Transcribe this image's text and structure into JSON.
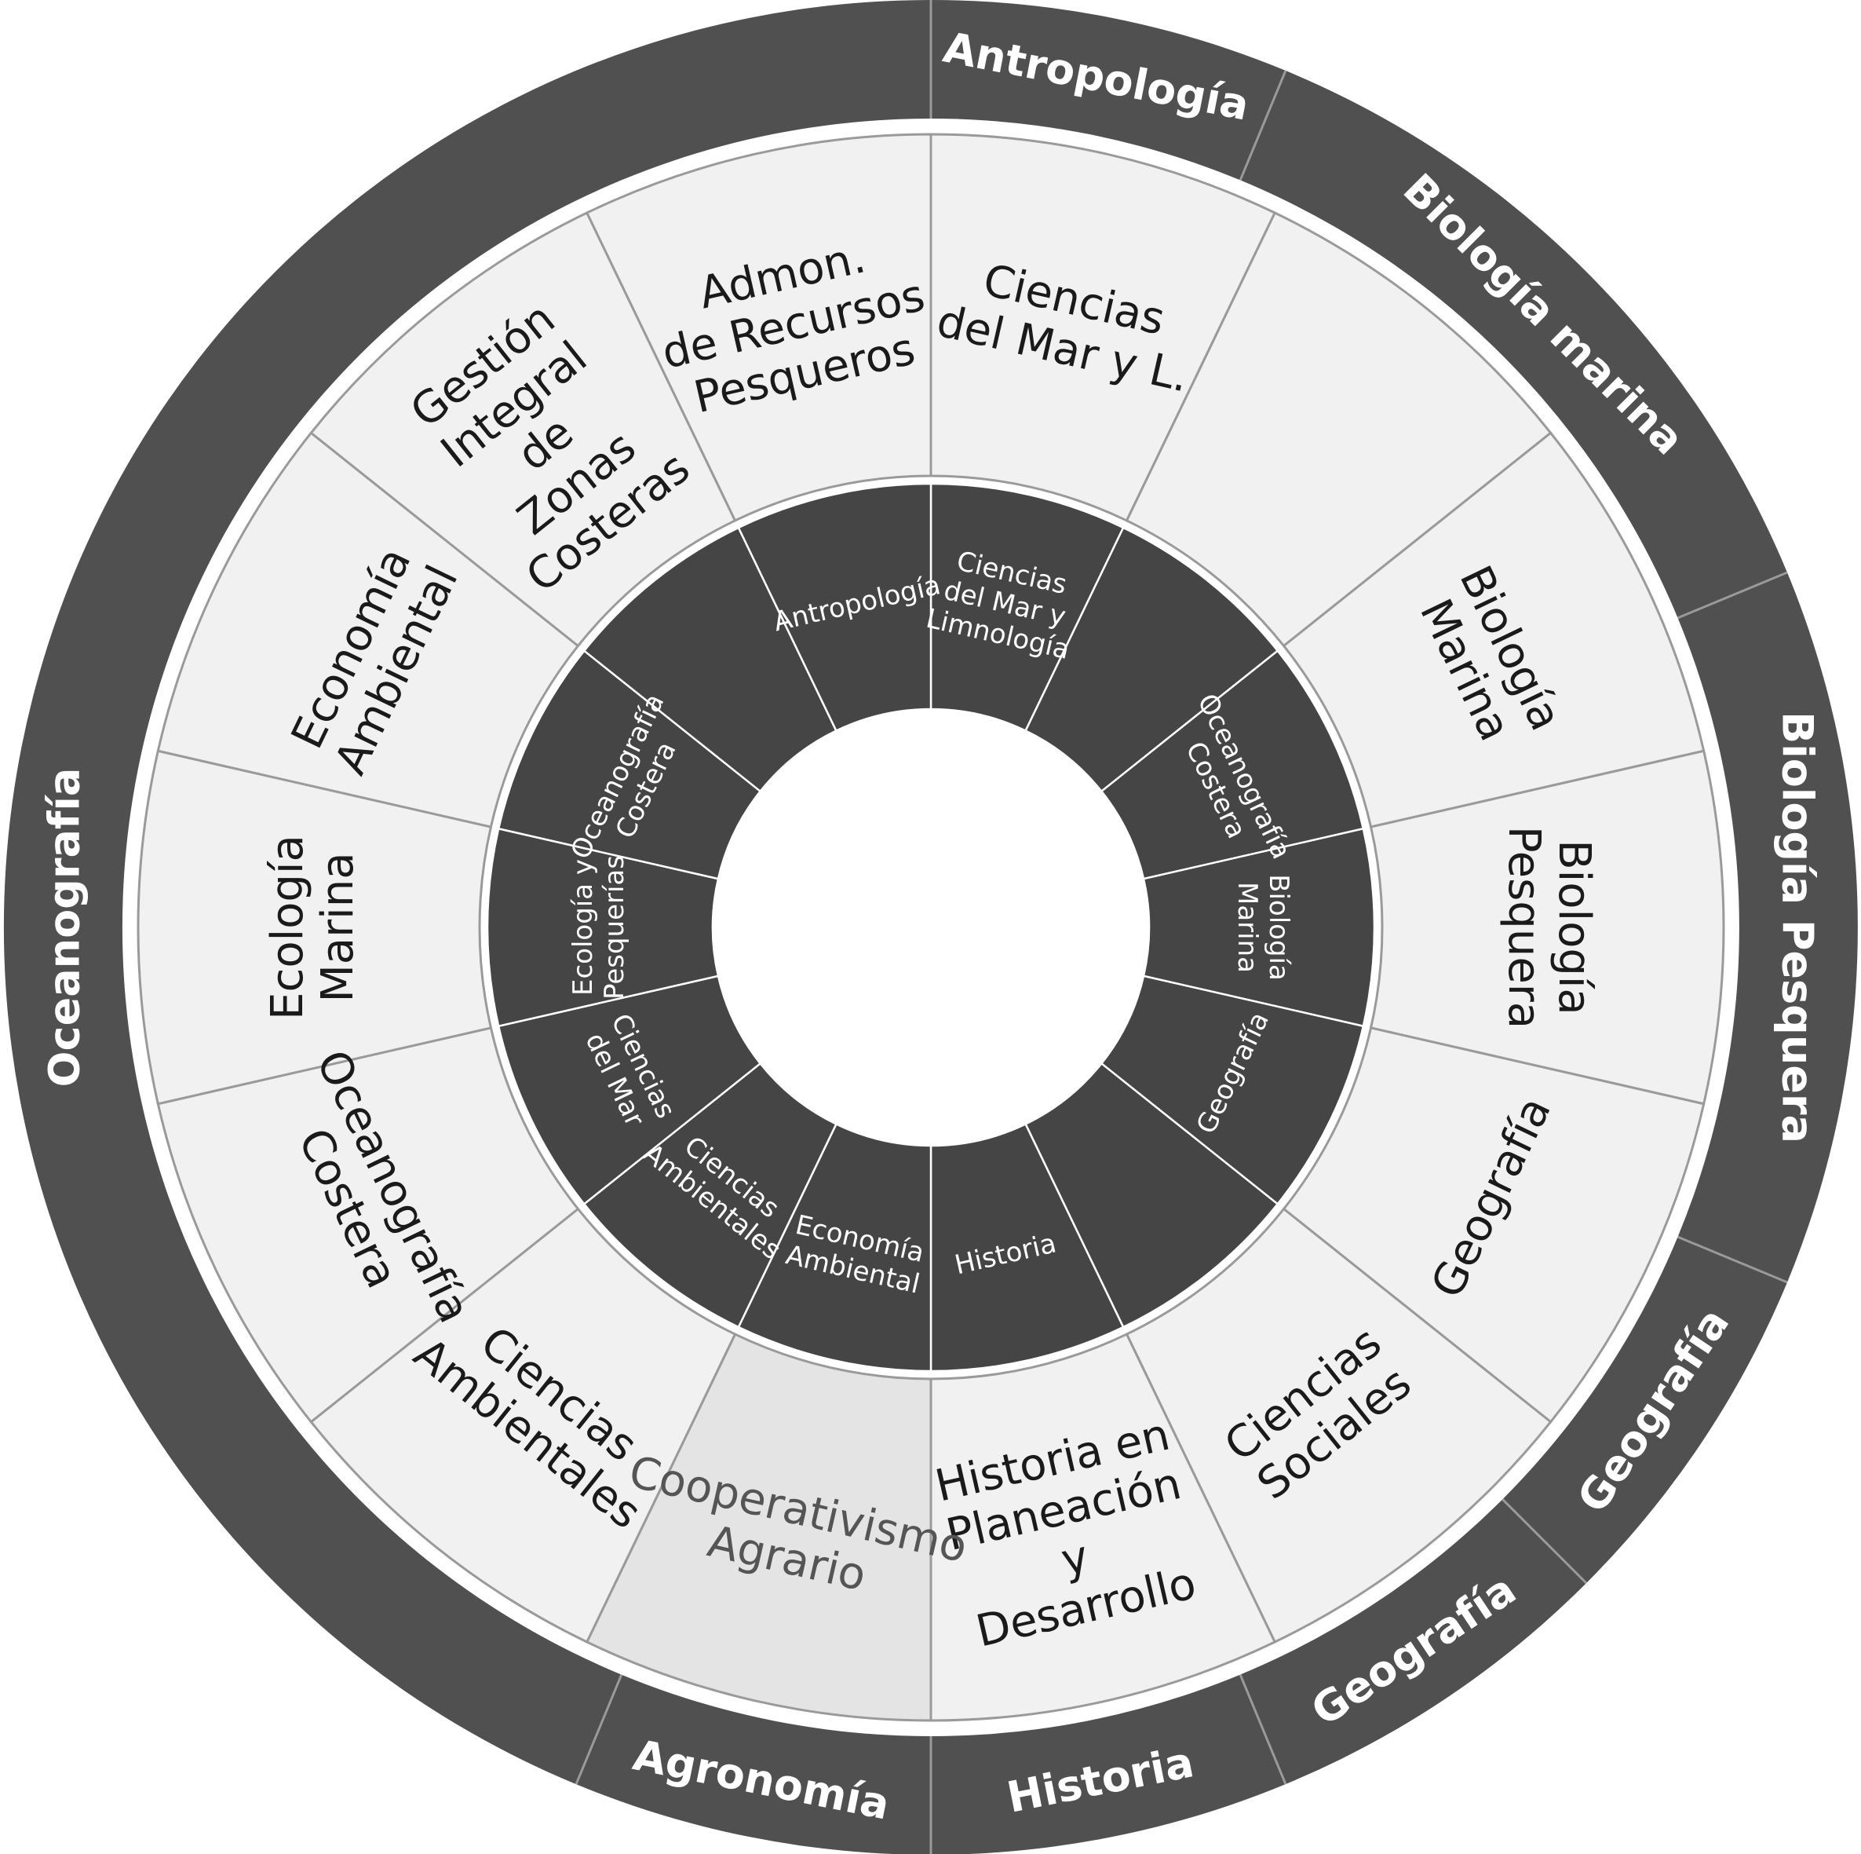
{
  "colors": {
    "outer_ring": "#505050",
    "middle_ring": "#f0f1f0",
    "inner_ring": "#454545",
    "separator_light": "#ffffff",
    "separator_middle": "#9a9a9a",
    "background": "#ffffff",
    "faded_cell": "#e3e4e3"
  },
  "outer_ring": {
    "segments": [
      {
        "label": "Antropología"
      },
      {
        "label": "Biología marina"
      },
      {
        "label": "Biología Pesquera"
      },
      {
        "label": "Geografía"
      },
      {
        "label": "Geografía"
      },
      {
        "label": "Historia"
      },
      {
        "label": "Agronomía"
      },
      {
        "label": "Oceanografía"
      }
    ]
  },
  "middle_ring": {
    "cells": [
      {
        "lines": [
          "Ciencias",
          "del Mar y L."
        ]
      },
      {
        "lines": []
      },
      {
        "lines": [
          "Biología",
          "Marina"
        ]
      },
      {
        "lines": [
          "Biología",
          "Pesquera"
        ]
      },
      {
        "lines": [
          "Geografía"
        ]
      },
      {
        "lines": [
          "Ciencias",
          "Sociales"
        ]
      },
      {
        "lines": [
          "Historia en",
          "Planeación",
          "y",
          "Desarrollo"
        ]
      },
      {
        "lines": [
          "Cooperativismo",
          "Agrario"
        ],
        "faded": true
      },
      {
        "lines": [
          "Ciencias",
          "Ambientales"
        ]
      },
      {
        "lines": [
          "Oceanografía",
          "Costera"
        ]
      },
      {
        "lines": [
          "Ecología",
          "Marina"
        ]
      },
      {
        "lines": [
          "Economía",
          "Ambiental"
        ]
      },
      {
        "lines": [
          "Gestión",
          "Integral",
          "de",
          "Zonas",
          "Costeras"
        ]
      },
      {
        "lines": [
          "Admon.",
          "de Recursos",
          "Pesqueros"
        ]
      }
    ]
  },
  "inner_ring": {
    "cells": [
      {
        "lines": [
          "Ciencias",
          "del Mar y",
          "Limnología"
        ]
      },
      {
        "lines": []
      },
      {
        "lines": [
          "Oceanografía",
          "Costera"
        ]
      },
      {
        "lines": [
          "Biología",
          "Marina"
        ]
      },
      {
        "lines": [
          "Geografía"
        ]
      },
      {
        "lines": []
      },
      {
        "lines": [
          "Historia"
        ]
      },
      {
        "lines": [
          "Economía",
          "Ambiental"
        ]
      },
      {
        "lines": [
          "Ciencias",
          "Ambientales"
        ]
      },
      {
        "lines": [
          "Ciencias",
          "del Mar"
        ]
      },
      {
        "lines": [
          "Ecología y",
          "Pesquerías"
        ]
      },
      {
        "lines": [
          "Oceanografía",
          "Costera"
        ]
      },
      {
        "lines": []
      },
      {
        "lines": [
          "Antropología"
        ]
      }
    ]
  }
}
